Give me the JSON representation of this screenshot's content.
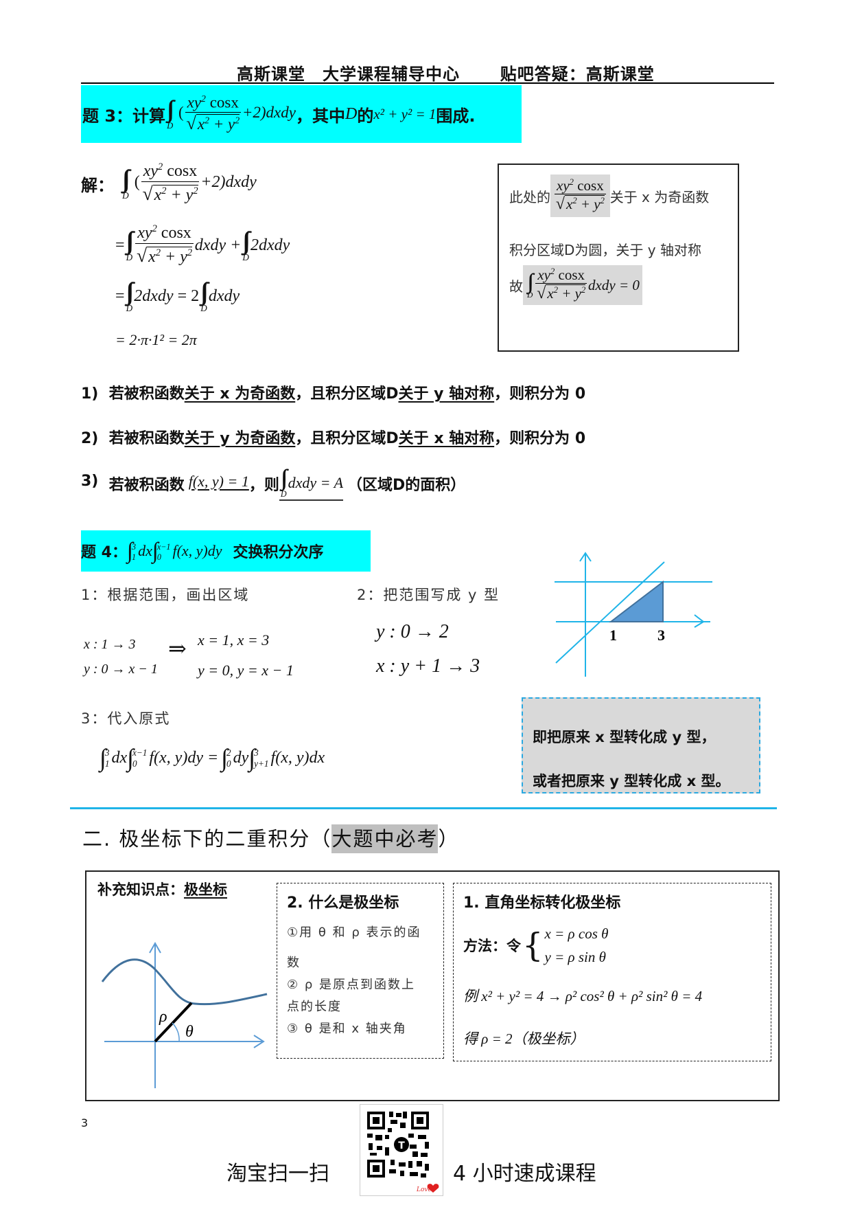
{
  "header": {
    "left": "高斯课堂　大学课程辅导中心",
    "right": "贴吧答疑：高斯课堂"
  },
  "problem3": {
    "label": "题 3：计算",
    "integrand_num": "xy² cosx",
    "integrand_den": "x² + y²",
    "tail": "+2)dxdy",
    "cond_prefix": "，其中",
    "cond_D": "D",
    "cond_mid": "的",
    "cond_eq": "x² + y² = 1",
    "cond_suffix": "围成.",
    "region": "D"
  },
  "solution": {
    "label": "解：",
    "line1_tail": "+2)dxdy",
    "line2_mid": "dxdy +",
    "line2_tail": "2dxdy",
    "line3_a": "2dxdy",
    "line3_b": "= 2",
    "line3_c": "dxdy",
    "line4": "= 2·π·1² = 2π"
  },
  "note_box": {
    "line1_prefix": "此处的",
    "line1_suffix": "关于 x 为奇函数",
    "line2": "积分区域D为圆，关于 y 轴对称",
    "line3_prefix": "故",
    "line3_tail": "dxdy = 0"
  },
  "rules": [
    {
      "num": "1)",
      "a": "若被积函数",
      "b": "关于 x 为奇函数",
      "c": "，且积分区域D",
      "d": "关于 y 轴对称",
      "e": "，则积分为 0"
    },
    {
      "num": "2)",
      "a": "若被积函数",
      "b": "关于 y 为奇函数",
      "c": "，且积分区域D",
      "d": "关于 x 轴对称",
      "e": "，则积分为 0"
    },
    {
      "num": "3)",
      "a": "若被积函数",
      "b": "f(x, y) = 1",
      "c": "，则",
      "d": "dxdy = A",
      "e": "（区域D的面积）"
    }
  ],
  "problem4": {
    "label": "题 4：",
    "integral": "dx",
    "integral2": "f(x, y)dy",
    "task": "交换积分次序",
    "step1_title": "1：根据范围，画出区域",
    "step1_a1": "x : 1 → 3",
    "step1_a2": "y : 0 → x − 1",
    "implies": "⇒",
    "step1_b1": "x = 1, x = 3",
    "step1_b2": "y = 0, y = x − 1",
    "step2_title": "2：把范围写成 y 型",
    "step2_l1": "y : 0 → 2",
    "step2_l2": "x : y + 1 → 3",
    "step3_title": "3：代入原式",
    "step3_lhs": "dx",
    "step3_lhs2": "f(x, y)dy =",
    "step3_rhs": "dy",
    "step3_rhs2": "f(x, y)dx",
    "diagram_tick1": "1",
    "diagram_tick3": "3",
    "tip_line1": "即把原来 x 型转化成 y 型，",
    "tip_line2": "或者把原来 y 型转化成 x 型。"
  },
  "section2": {
    "title_prefix": "二. 极坐标下的二重积分（",
    "title_highlight": "大题中必考",
    "title_suffix": "）",
    "supplement_label": "补充知识点：",
    "supplement_topic": "极坐标",
    "diagram_rho": "ρ",
    "diagram_theta": "θ",
    "what_title": "2. 什么是极坐标",
    "what_items": [
      "①用 θ 和 ρ 表示的函",
      "数",
      "② ρ 是原点到函数上",
      "点的长度",
      "③ θ 是和 x 轴夹角"
    ],
    "convert_title": "1. 直角坐标转化极坐标",
    "method_label": "方法：令",
    "method_eq1": "x = ρ cos θ",
    "method_eq2": "y = ρ sin θ",
    "example": "例 x² + y² = 4 → ρ² cos² θ + ρ² sin² θ = 4",
    "result": "得 ρ = 2（极坐标）"
  },
  "footer": {
    "page_number": "3",
    "left_text": "淘宝扫一扫",
    "right_text": "4 小时速成课程",
    "qr_center": "T",
    "qr_caption": "Love"
  },
  "colors": {
    "highlight_cyan": "#00ffff",
    "grey_highlight": "#d9d9d9",
    "section_rule_blue": "#1fb4e8",
    "diagram_blue": "#5b9bd5"
  }
}
